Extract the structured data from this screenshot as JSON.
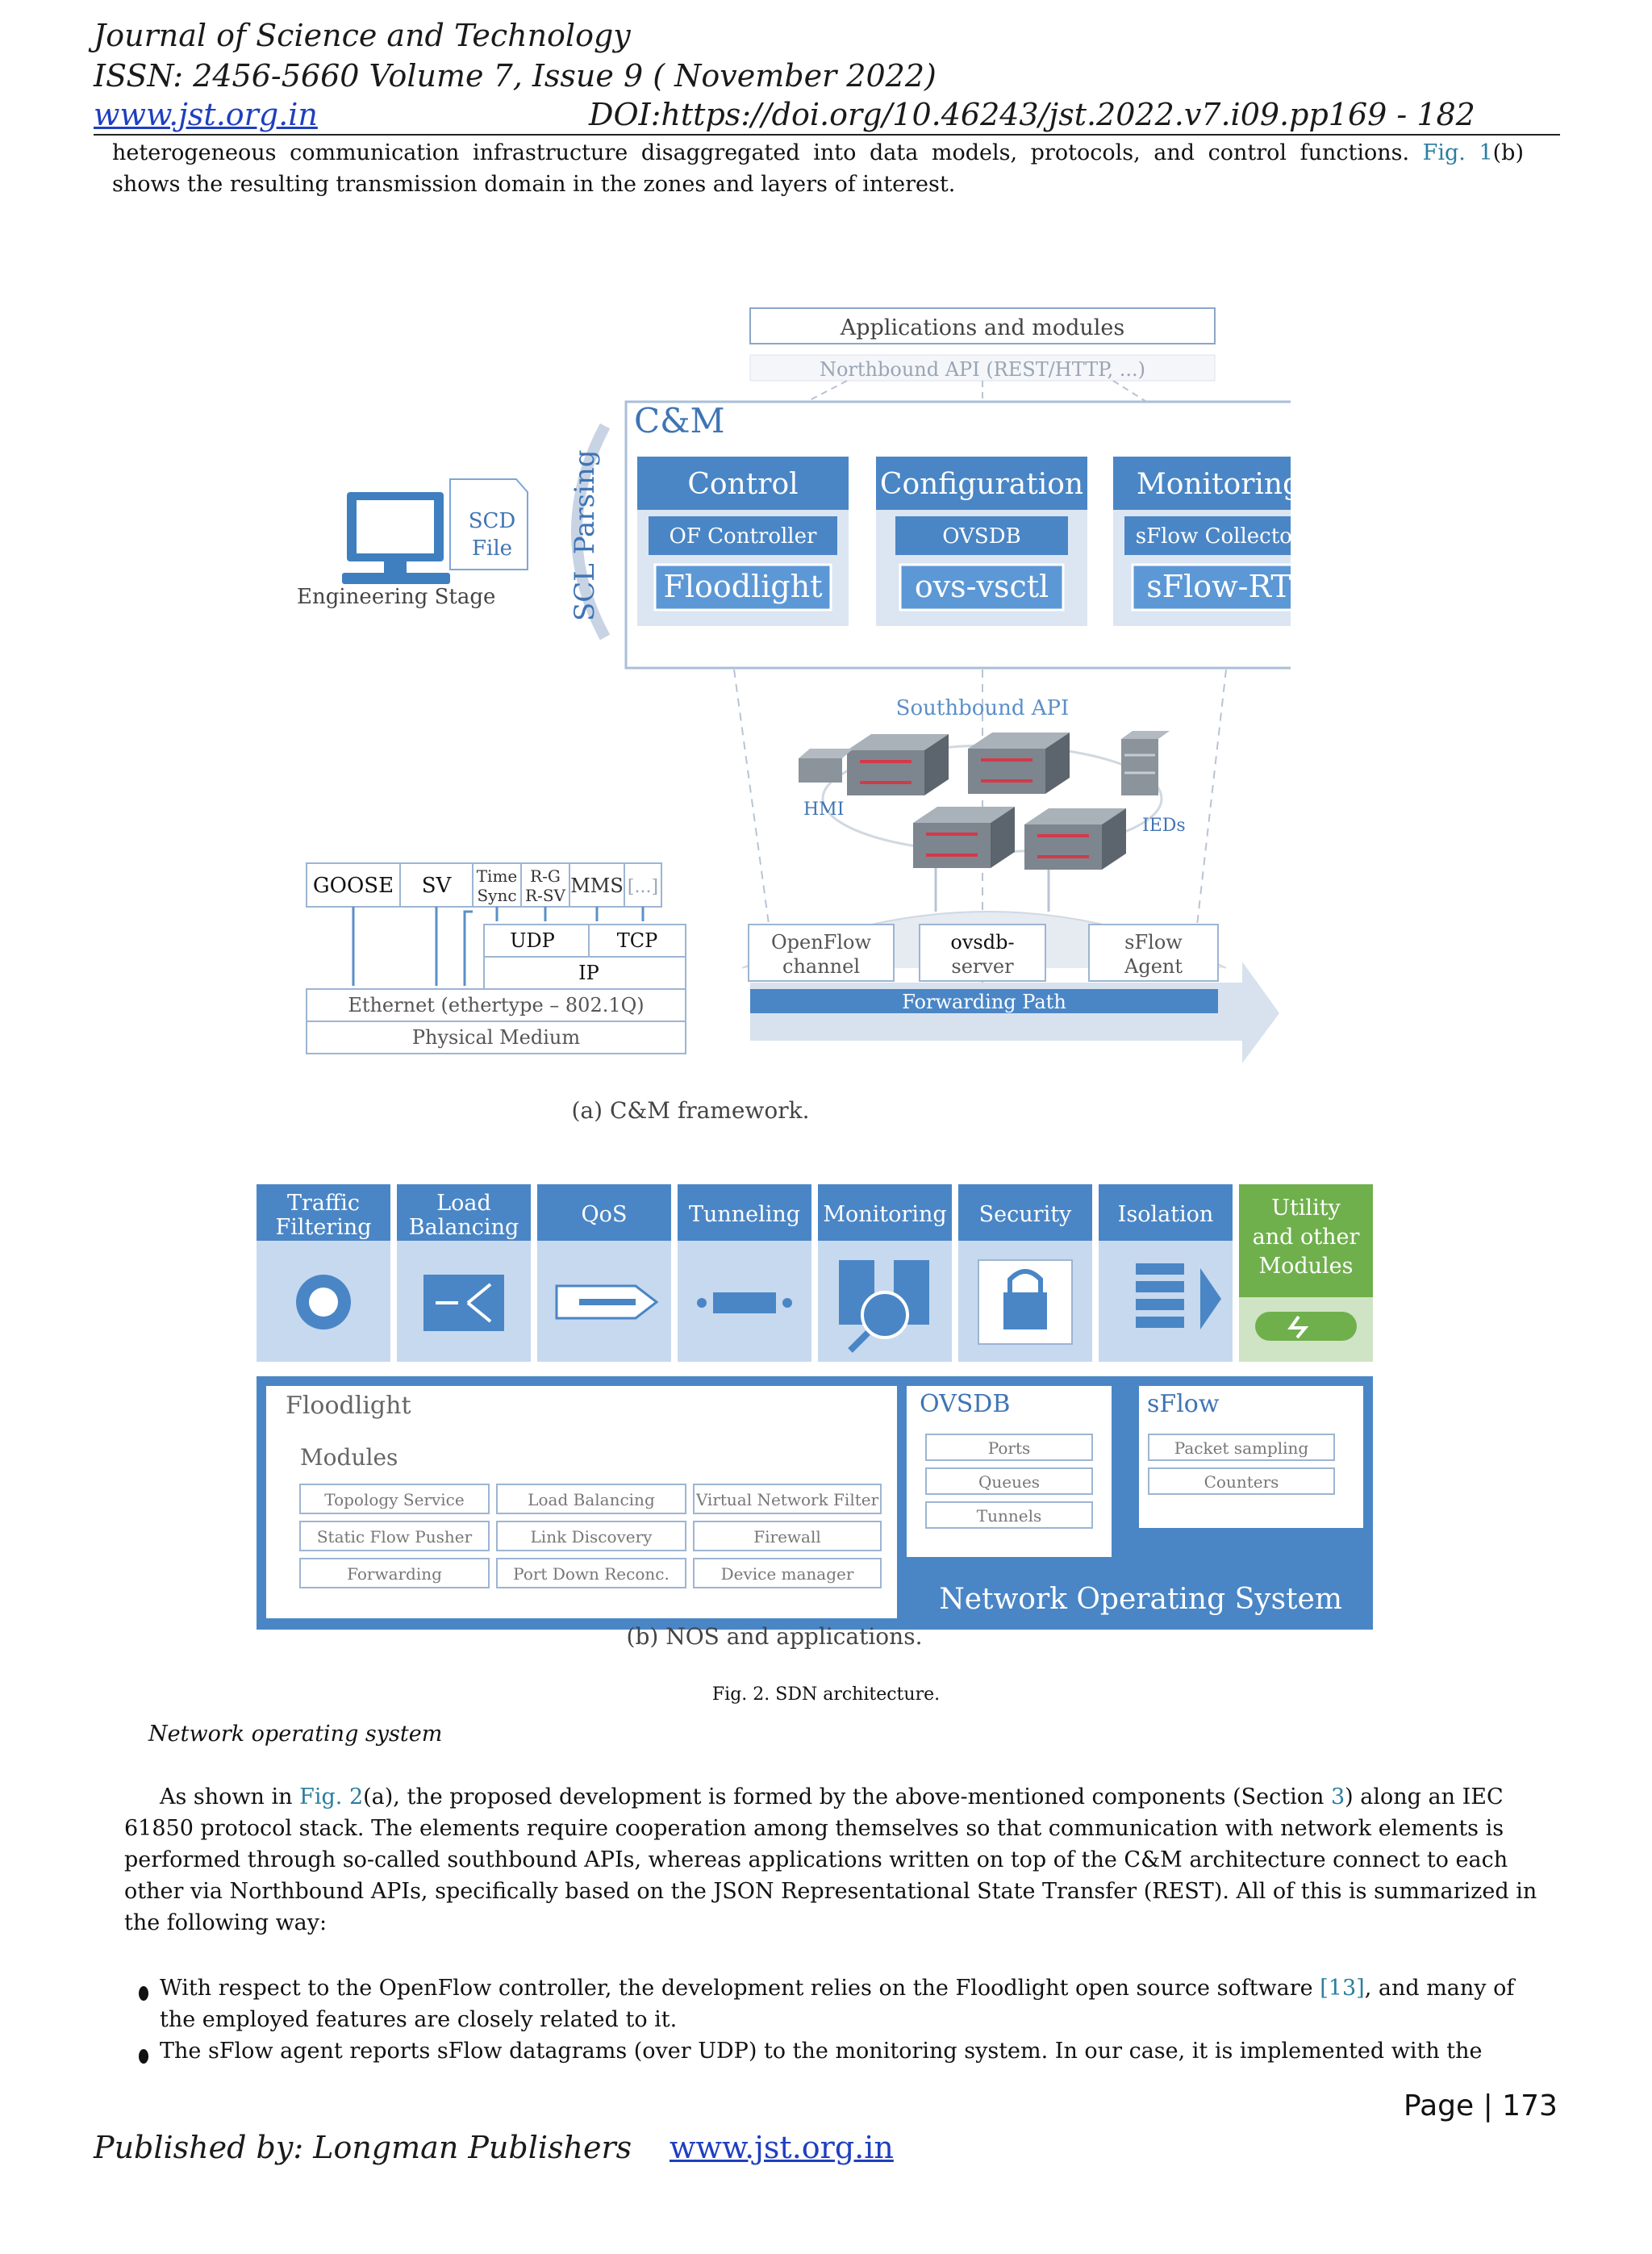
{
  "header": {
    "journal": "Journal of Science and Technology",
    "issn": "ISSN: 2456-5660 Volume 7, Issue 9 ( November 2022)",
    "website": "www.jst.org.in",
    "doi": "DOI:https://doi.org/10.46243/jst.2022.v7.i09.pp169 - 182"
  },
  "intro": {
    "line1_pre": "heterogeneous communication infrastructure disaggregated into data models, protocols, and control functions.",
    "line1_ref": "Fig. 1",
    "line1_post": "(b)",
    "line2": "shows the resulting transmission domain in the zones and layers of interest."
  },
  "figure_a": {
    "applications": "Applications and modules",
    "northbound": "Northbound API (REST/HTTP, ...)",
    "cm": "C&M",
    "parsing": "SCL  Parsing",
    "scd_file_1": "SCD",
    "scd_file_2": "File",
    "engineering_stage": "Engineering Stage",
    "columns": [
      {
        "title": "Control",
        "sub": "OF Controller",
        "tool": "Floodlight"
      },
      {
        "title": "Configuration",
        "sub": "OVSDB",
        "tool": "ovs-vsctl"
      },
      {
        "title": "Monitoring",
        "sub": "sFlow Collector",
        "tool": "sFlow-RT"
      }
    ],
    "southbound": "Southbound API",
    "hmi": "HMI",
    "ieds": "IEDs",
    "stack": {
      "goose": "GOOSE",
      "sv": "SV",
      "time_1": "Time",
      "time_2": "Sync",
      "rg_1": "R-G",
      "rg_2": "R-SV",
      "mms": "MMS",
      "etc": "[...]",
      "udp": "UDP",
      "tcp": "TCP",
      "ip": "IP",
      "ethernet": "Ethernet (ethertype – 802.1Q)",
      "physical": "Physical Medium"
    },
    "agents": [
      {
        "l1": "OpenFlow",
        "l2": "channel"
      },
      {
        "l1": "ovsdb-",
        "l2": "server"
      },
      {
        "l1": "sFlow",
        "l2": "Agent"
      }
    ],
    "forwarding_path": "Forwarding Path",
    "caption": "(a)  C&M framework."
  },
  "figure_b": {
    "apps": [
      {
        "l1": "Traffic",
        "l2": "Filtering"
      },
      {
        "l1": "Load",
        "l2": "Balancing"
      },
      {
        "l1": "QoS",
        "l2": ""
      },
      {
        "l1": "Tunneling",
        "l2": ""
      },
      {
        "l1": "Monitoring",
        "l2": ""
      },
      {
        "l1": "Security",
        "l2": ""
      },
      {
        "l1": "Isolation",
        "l2": ""
      },
      {
        "l1": "Utility",
        "l2": "and other",
        "l3": "Modules"
      }
    ],
    "floodlight": "Floodlight",
    "modules": "Modules",
    "module_cells": [
      "Topology Service",
      "Load Balancing",
      "Virtual Network Filter",
      "Static Flow Pusher",
      "Link Discovery",
      "Firewall",
      "Forwarding",
      "Port Down Reconc.",
      "Device manager"
    ],
    "ovsdb": "OVSDB",
    "ovsdb_items": [
      "Ports",
      "Queues",
      "Tunnels"
    ],
    "sflow": "sFlow",
    "sflow_items": [
      "Packet sampling",
      "Counters"
    ],
    "nos": "Network Operating System",
    "caption": "(b)  NOS and applications."
  },
  "fig_caption": "Fig. 2. SDN architecture.",
  "section_heading": "Network operating system",
  "paragraph": {
    "l1_a": "As shown in ",
    "l1_ref1": "Fig. 2",
    "l1_b": "(a), the proposed development is formed by the above-mentioned components (Section ",
    "l1_ref2": "3",
    "l1_c": ") along an IEC",
    "l2": "61850 protocol stack. The elements require cooperation among themselves so that communication with network elements is",
    "l3": "performed through so-called southbound APIs, whereas applications written on top of the C&M architecture connect to each",
    "l4": "other via Northbound APIs, specifically based on the JSON Representational State Transfer (REST). All of this is summarized in",
    "l5": "the following way:"
  },
  "bullets": [
    {
      "l1_a": "With respect to the OpenFlow controller, the development relies on the Floodlight open source software ",
      "l1_ref": "[13]",
      "l1_b": ", and many of",
      "l2": "the employed features are closely related to it."
    },
    {
      "l1_a": "The sFlow agent reports sFlow datagrams (over UDP) to the monitoring system. In our case, it is implemented with the"
    }
  ],
  "page_number": "Page | 173",
  "footer": {
    "publisher": "Published by: Longman Publishers",
    "website": "www.jst.org.in"
  }
}
